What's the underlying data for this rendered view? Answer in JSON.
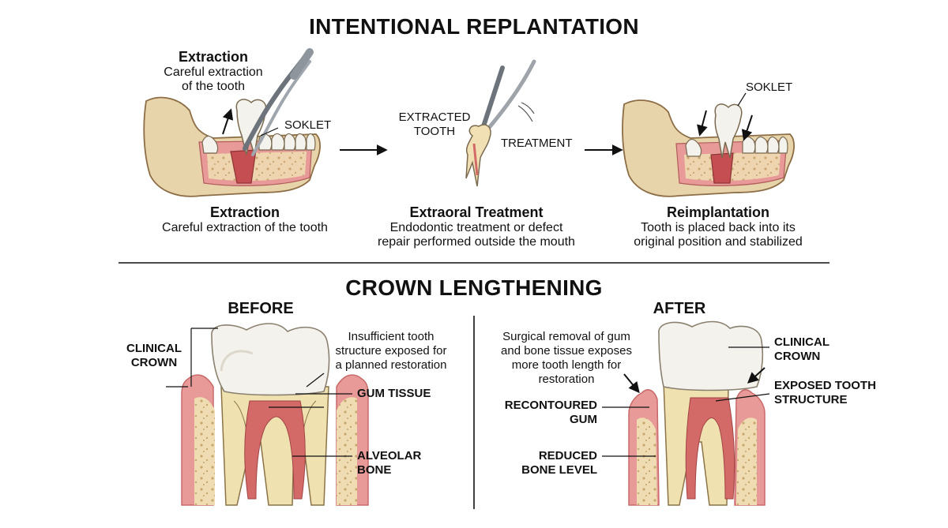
{
  "replantation": {
    "title": "INTENTIONAL REPLANTATION",
    "step1_top": {
      "heading": "Extraction",
      "desc_line1": "Careful extraction",
      "desc_line2": "of the tooth"
    },
    "socket_label": "SOKLET",
    "extracted_tooth_line1": "EXTRACTED",
    "extracted_tooth_line2": "TOOTH",
    "treatment_label": "TREATMENT",
    "steps": [
      {
        "heading": "Extraction",
        "desc_line1": "Careful extraction of the tooth",
        "desc_line2": ""
      },
      {
        "heading": "Extraoral Treatment",
        "desc_line1": "Endodontic treatment or defect",
        "desc_line2": "repair performed outside the mouth"
      },
      {
        "heading": "Reimplantation",
        "desc_line1": "Tooth is placed back into its",
        "desc_line2": "original position and stabilized"
      }
    ]
  },
  "crown": {
    "title": "CROWN LENGTHENING",
    "before": {
      "heading": "BEFORE",
      "clinical_crown_line1": "CLINICAL",
      "clinical_crown_line2": "CROWN",
      "note_line1": "Insufficient tooth",
      "note_line2": "structure exposed for",
      "note_line3": "a planned restoration",
      "gum_tissue": "GUM TISSUE",
      "bone_line1": "ALVEOLAR",
      "bone_line2": "BONE"
    },
    "after": {
      "heading": "AFTER",
      "note_line1": "Surgical removal of gum",
      "note_line2": "and bone tissue exposes",
      "note_line3": "more tooth length for",
      "note_line4": "restoration",
      "clinical_crown_line1": "CLINICAL",
      "clinical_crown_line2": "CROWN",
      "exposed_line1": "EXPOSED TOOTH",
      "exposed_line2": "STRUCTURE",
      "gum_line1": "RECONTOURED",
      "gum_line2": "GUM",
      "bone_line1": "REDUCED",
      "bone_line2": "BONE LEVEL"
    }
  },
  "colors": {
    "bone": "#e8d4ab",
    "bone_dark": "#c9ad7c",
    "gum": "#e79a98",
    "gum_dark": "#c86a6a",
    "enamel": "#f4f2ec",
    "dentin": "#efe1b0",
    "pulp": "#d46a68",
    "steel": "#9ea4aa"
  }
}
